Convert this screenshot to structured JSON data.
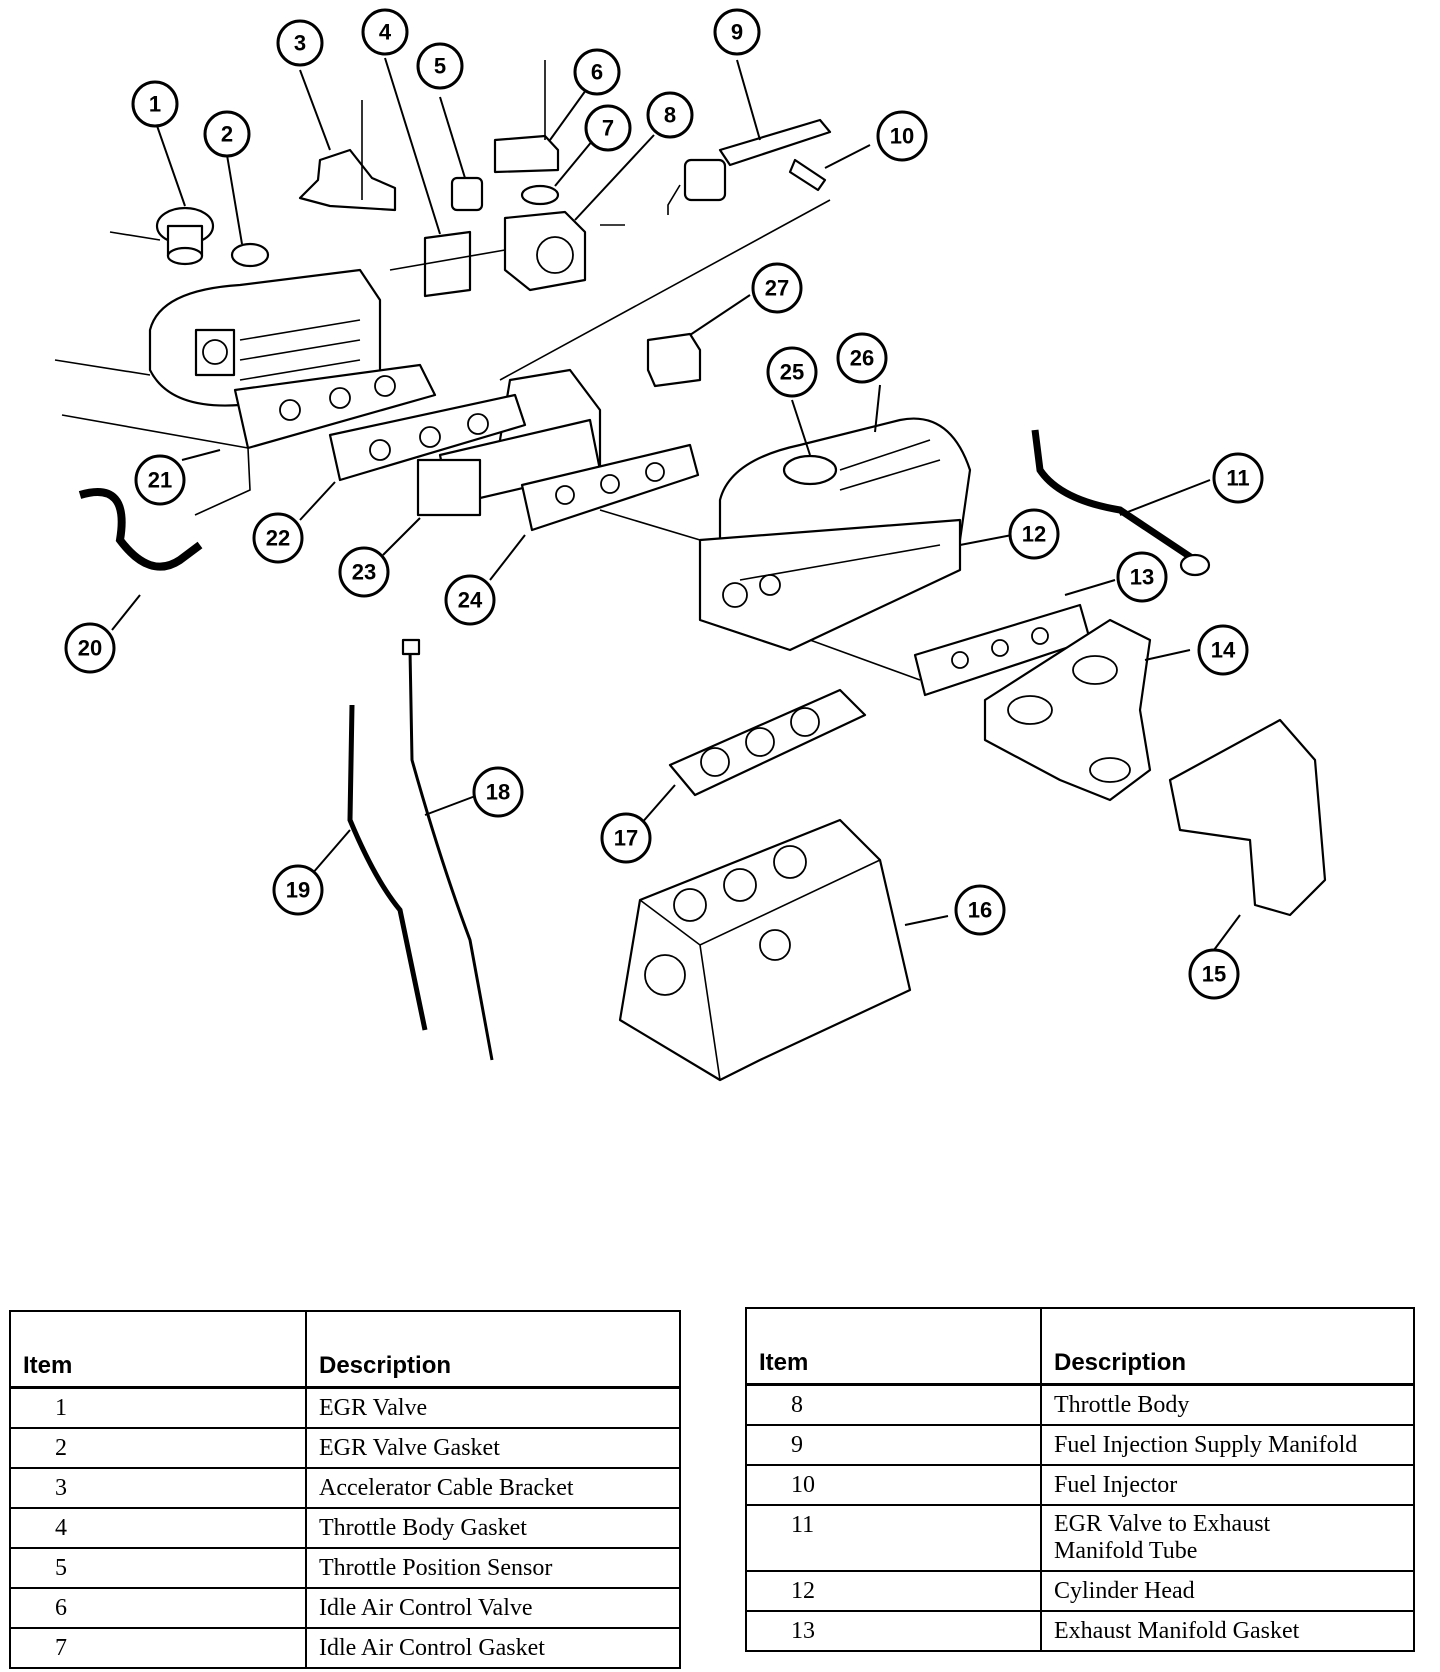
{
  "legend_left": {
    "header_item": "Item",
    "header_description": "Description",
    "rows": [
      {
        "item": "1",
        "description": "EGR Valve"
      },
      {
        "item": "2",
        "description": "EGR Valve Gasket"
      },
      {
        "item": "3",
        "description": "Accelerator Cable Bracket"
      },
      {
        "item": "4",
        "description": "Throttle Body Gasket"
      },
      {
        "item": "5",
        "description": "Throttle Position Sensor"
      },
      {
        "item": "6",
        "description": "Idle Air Control Valve"
      },
      {
        "item": "7",
        "description": "Idle Air Control Gasket"
      }
    ]
  },
  "legend_right": {
    "header_item": "Item",
    "header_description": "Description",
    "rows": [
      {
        "item": "8",
        "description": "Throttle Body"
      },
      {
        "item": "9",
        "description": "Fuel Injection Supply Manifold"
      },
      {
        "item": "10",
        "description": "Fuel Injector"
      },
      {
        "item": "11",
        "description": "EGR Valve to Exhaust Manifold Tube"
      },
      {
        "item": "12",
        "description": "Cylinder Head"
      },
      {
        "item": "13",
        "description": "Exhaust Manifold Gasket"
      }
    ]
  },
  "callouts": [
    "1",
    "2",
    "3",
    "4",
    "5",
    "6",
    "7",
    "8",
    "9",
    "10",
    "11",
    "12",
    "13",
    "14",
    "15",
    "16",
    "17",
    "18",
    "19",
    "20",
    "21",
    "22",
    "23",
    "24",
    "25",
    "26",
    "27"
  ]
}
